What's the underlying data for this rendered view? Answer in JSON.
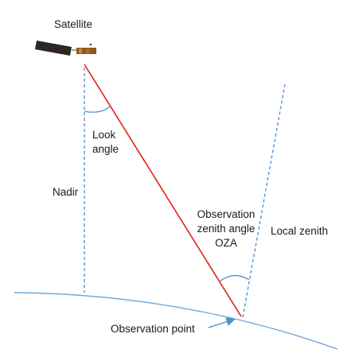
{
  "labels": {
    "satellite": "Satellite",
    "look_angle_line1": "Look",
    "look_angle_line2": "angle",
    "nadir": "Nadir",
    "oza_line1": "Observation",
    "oza_line2": "zenith angle",
    "oza_line3": "OZA",
    "local_zenith": "Local zenith",
    "observation_point": "Observation point"
  },
  "colors": {
    "line_of_sight": "#e0211b",
    "reference_lines": "#4a8fd0",
    "earth_surface": "#6fa6db",
    "satellite_panel": "#2e2622",
    "satellite_body": "#8b5a1e"
  }
}
